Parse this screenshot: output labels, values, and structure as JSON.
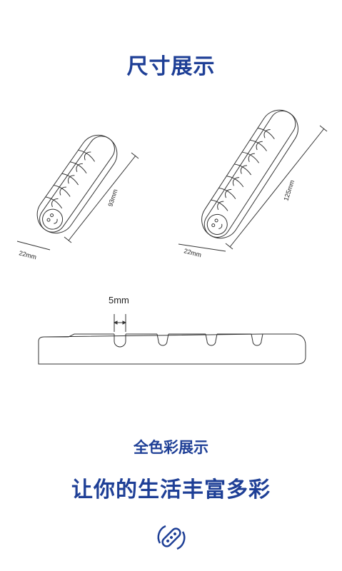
{
  "header": {
    "title": "尺寸展示"
  },
  "product_small": {
    "length_label": "93mm",
    "width_label": "22mm"
  },
  "product_large": {
    "length_label": "125mm",
    "width_label": "22mm"
  },
  "profile": {
    "slot_label": "5mm"
  },
  "footer": {
    "subtitle": "全色彩展示",
    "slogan": "让你的生活丰富多彩",
    "logo_icon": "cable-clip-logo-icon"
  },
  "colors": {
    "accent": "#1e3f96",
    "line": "#333333"
  }
}
